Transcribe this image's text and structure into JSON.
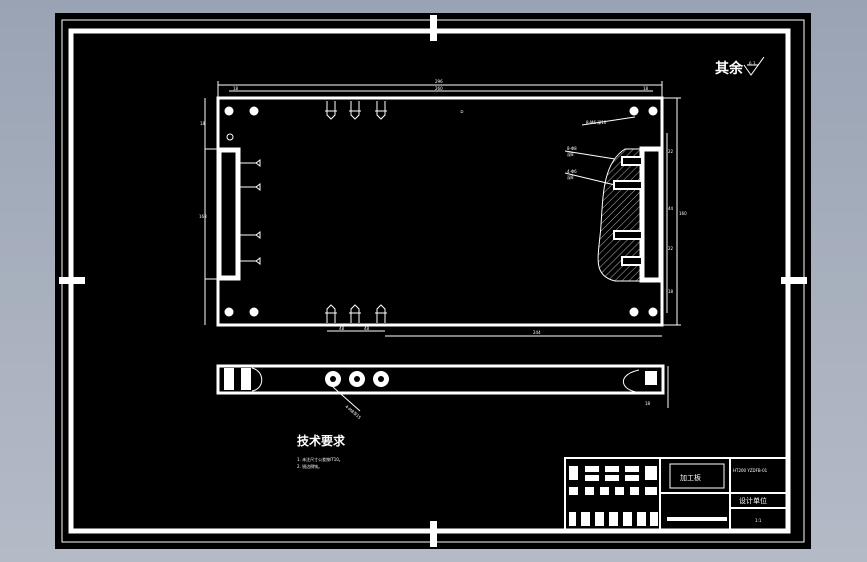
{
  "drawing": {
    "roughness_label": "其余",
    "roughness_value": "6.3",
    "top_view": {
      "dim_overall_width": "296",
      "dim_inner_width": "260",
      "dim_left_offset": "18",
      "dim_right_offset": "18",
      "dim_left_height": "168",
      "dim_overall_height": "160",
      "dim_bottom_length": "244",
      "dim_bottom_a": "48",
      "dim_bottom_b": "48",
      "dim_top_offset": "18",
      "hole_callout": "8-M6 深10",
      "side_note_1": "8-Φ8",
      "side_note_2": "深8",
      "side_note_3": "4-Φ6",
      "side_note_4": "深8",
      "right_dim_1": "22",
      "right_dim_2": "44",
      "right_dim_3": "22",
      "right_dim_4": "18",
      "marker": "②"
    },
    "side_view": {
      "angle_callout": "4-M8深15",
      "dim_right": "18"
    }
  },
  "notes": {
    "title": "技术要求",
    "items": [
      "1. 未注尺寸公差按IT10。",
      "2. 锐边倒钝。"
    ]
  },
  "title_block": {
    "part_name": "加工板",
    "material": "HT200 YZDFB-01",
    "company": "设计单位",
    "scale": "1:1"
  }
}
